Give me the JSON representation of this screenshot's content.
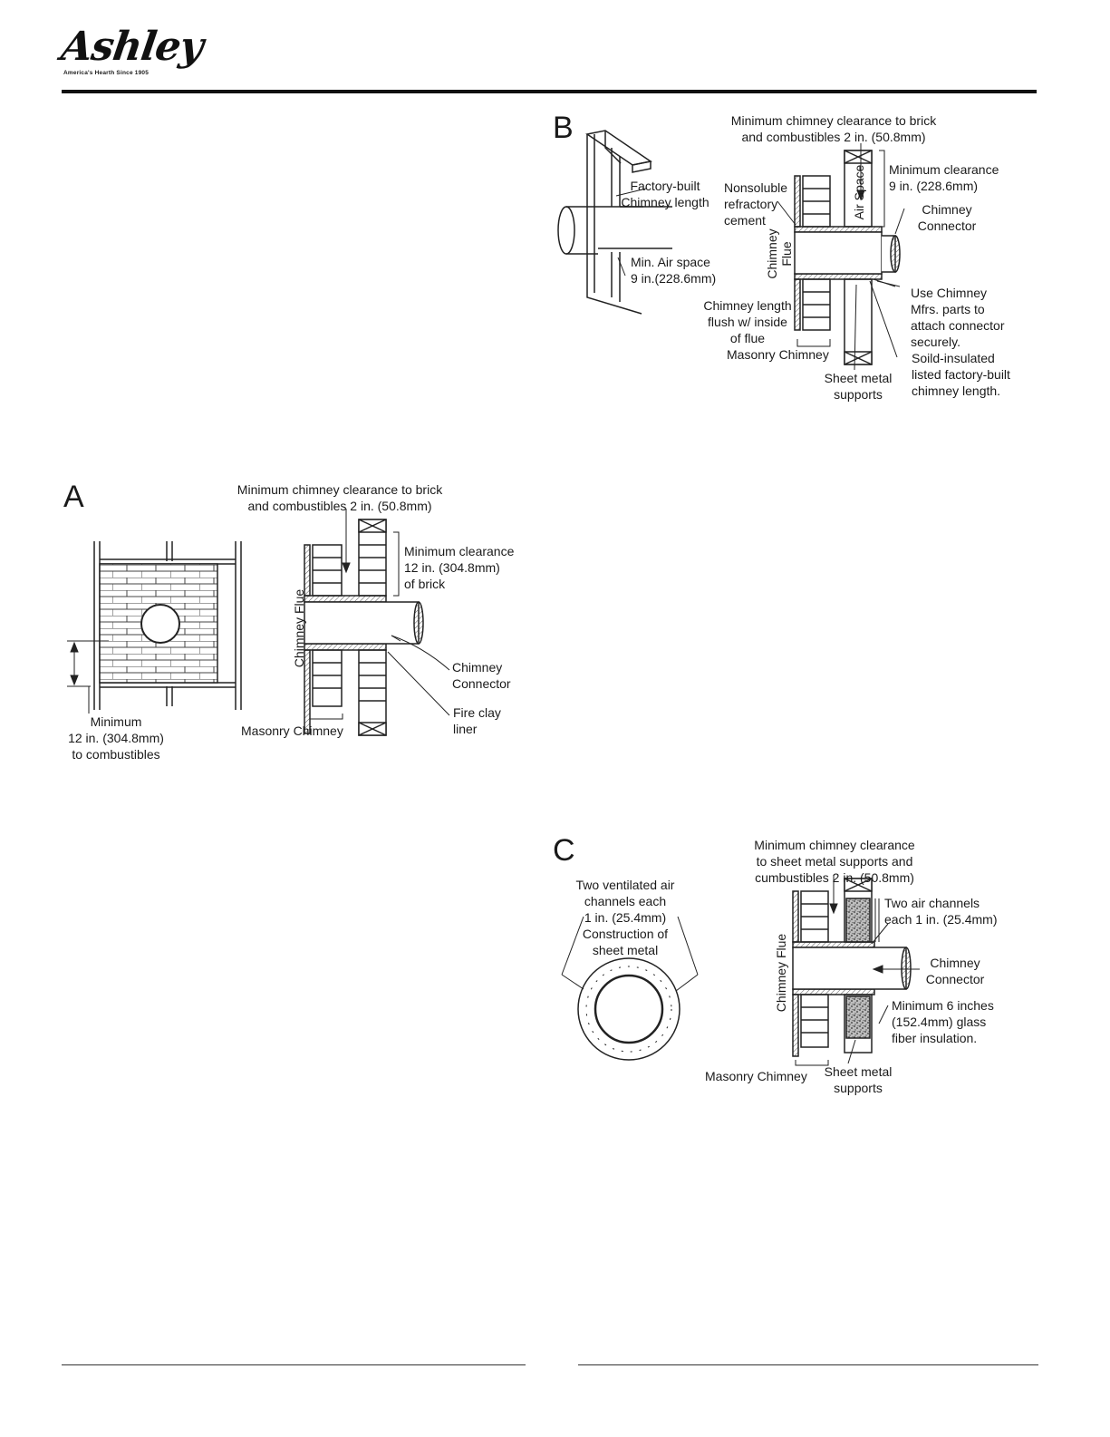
{
  "header": {
    "brand": "Ashley",
    "tagline": "America's Hearth Since 1905"
  },
  "diagrams": {
    "a": {
      "letter": "A",
      "clearance_title": [
        "Minimum chimney clearance to brick",
        "and combustibles 2 in. (50.8mm)"
      ],
      "min_clearance": [
        "Minimum clearance",
        "12 in. (304.8mm)",
        "of brick"
      ],
      "flue": "Chimney Flue",
      "connector": [
        "Chimney",
        "Connector"
      ],
      "liner": [
        "Fire clay",
        "liner"
      ],
      "masonry": "Masonry Chimney",
      "combustibles": [
        "Minimum",
        "12 in. (304.8mm)",
        "to combustibles"
      ]
    },
    "b": {
      "letter": "B",
      "clearance_title": [
        "Minimum chimney clearance to brick",
        "and combustibles 2 in. (50.8mm)"
      ],
      "factory_built": [
        "Factory-built",
        "Chimney length"
      ],
      "air_space": [
        "Min. Air space",
        "9 in.(228.6mm)"
      ],
      "nonsoluble": [
        "Nonsoluble",
        "refractory",
        "cement"
      ],
      "min_clearance": [
        "Minimum clearance",
        "9 in. (228.6mm)"
      ],
      "air_space_vertical": "Air Space",
      "connector": [
        "Chimney",
        "Connector"
      ],
      "flue": [
        "Chimney",
        "Flue"
      ],
      "flush": [
        "Chimney length",
        "flush w/ inside",
        "of flue"
      ],
      "mfrs_parts": [
        "Use Chimney",
        "Mfrs. parts to",
        "attach connector",
        "securely."
      ],
      "masonry": "Masonry Chimney",
      "supports": [
        "Sheet metal",
        "supports"
      ],
      "solid_insulated": [
        "Soild-insulated",
        "listed factory-built",
        "chimney length."
      ]
    },
    "c": {
      "letter": "C",
      "ventilated": [
        "Two ventilated air",
        "channels each",
        "1 in. (25.4mm)",
        "Construction of",
        "sheet metal"
      ],
      "clearance_title": [
        "Minimum chimney clearance",
        "to sheet metal supports and",
        "cumbustibles 2 in. (50.8mm)"
      ],
      "air_channels": [
        "Two air channels",
        "each 1 in. (25.4mm)"
      ],
      "flue": "Chimney Flue",
      "connector": [
        "Chimney",
        "Connector"
      ],
      "insulation": [
        "Minimum 6 inches",
        "(152.4mm) glass",
        "fiber insulation."
      ],
      "masonry": "Masonry Chimney",
      "supports": [
        "Sheet metal",
        "supports"
      ]
    }
  }
}
